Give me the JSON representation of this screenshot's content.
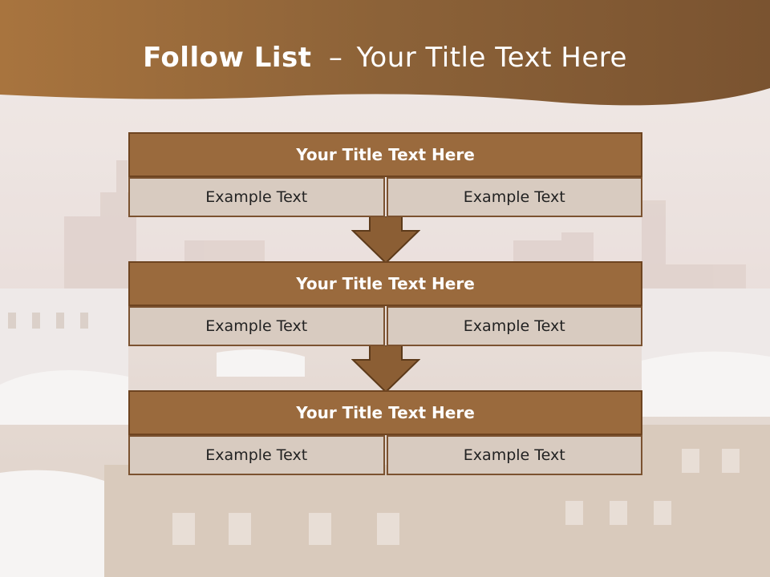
{
  "header": {
    "title_bold": "Follow List",
    "title_sep": "–",
    "title_rest": "Your Title Text Here"
  },
  "flow": {
    "blocks": [
      {
        "title": "Your Title Text Here",
        "left": "Example Text",
        "right": "Example Text"
      },
      {
        "title": "Your Title Text Here",
        "left": "Example Text",
        "right": "Example Text"
      },
      {
        "title": "Your Title Text Here",
        "left": "Example Text",
        "right": "Example Text"
      }
    ]
  },
  "colors": {
    "header_brown": "#9b6e40",
    "box_fill": "#9a6a3d",
    "box_border": "#6e4420",
    "cell_fill": "#d8cbc0",
    "arrow_fill": "#8b5e34"
  }
}
